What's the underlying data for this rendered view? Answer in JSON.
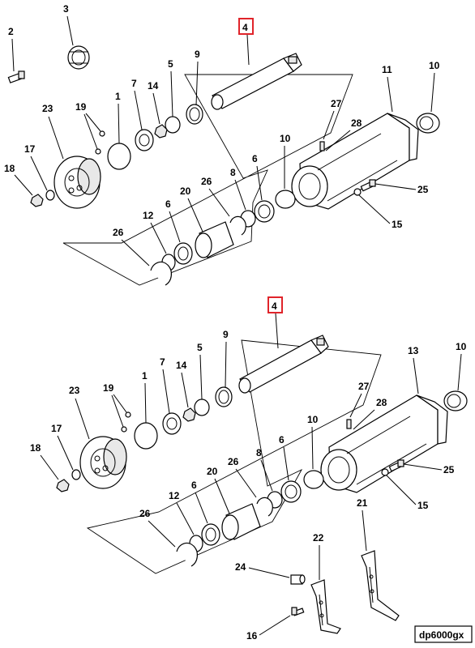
{
  "top_assembly": {
    "callout": "4",
    "labels": {
      "l2": "2",
      "l3": "3",
      "l4": "4",
      "l9": "9",
      "l5": "5",
      "l14": "14",
      "l7": "7",
      "l1": "1",
      "l19": "19",
      "l23": "23",
      "l17": "17",
      "l18": "18",
      "l11": "11",
      "l10a": "10",
      "l27": "27",
      "l28": "28",
      "l10b": "10",
      "l6a": "6",
      "l8": "8",
      "l26a": "26",
      "l20": "20",
      "l6b": "6",
      "l12": "12",
      "l26b": "26",
      "l25": "25",
      "l15": "15"
    }
  },
  "bottom_assembly": {
    "callout": "4",
    "labels": {
      "l4": "4",
      "l9": "9",
      "l5": "5",
      "l14": "14",
      "l7": "7",
      "l1": "1",
      "l19": "19",
      "l23": "23",
      "l17": "17",
      "l18": "18",
      "l13": "13",
      "l10a": "10",
      "l27": "27",
      "l28": "28",
      "l10b": "10",
      "l6a": "6",
      "l8": "8",
      "l26a": "26",
      "l20": "20",
      "l6b": "6",
      "l12": "12",
      "l26b": "26",
      "l25": "25",
      "l15": "15",
      "l21": "21",
      "l22": "22",
      "l24": "24",
      "l16": "16"
    }
  },
  "diagram_code": "dp6000gx",
  "highlight_color": "#e0242a"
}
